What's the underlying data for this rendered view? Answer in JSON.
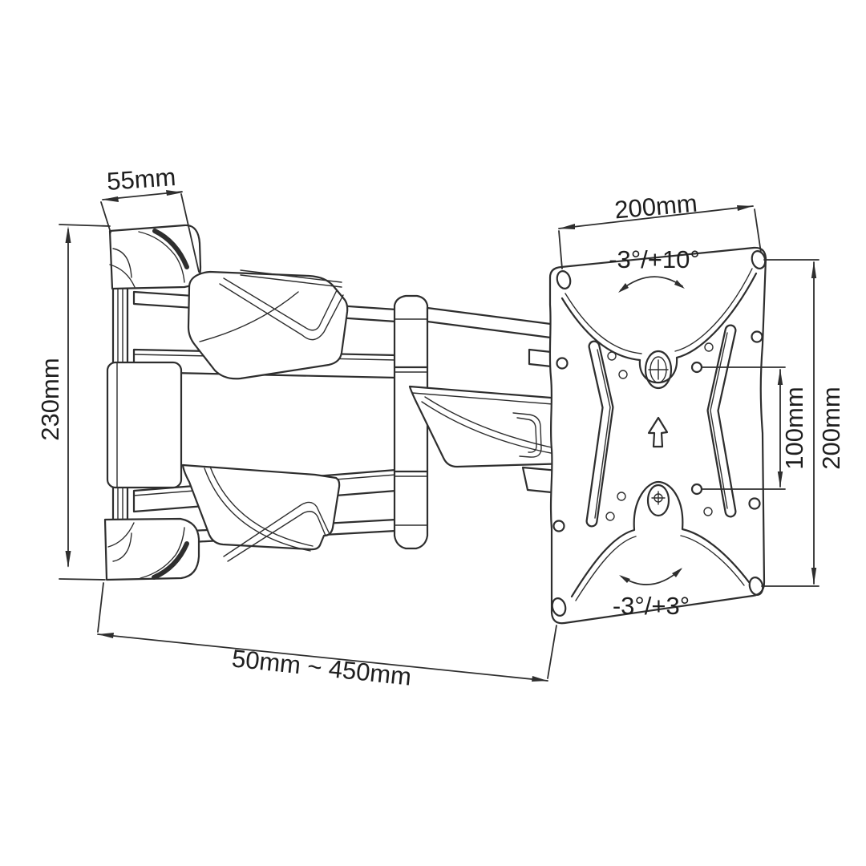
{
  "page": {
    "background": "#ffffff",
    "line_color": "#2e2e2e",
    "text_color": "#1e1e1e"
  },
  "labels": {
    "bracket_width": "55mm",
    "wall_plate_height": "230mm",
    "extension_range": "50mm ~ 450mm",
    "vesa_width": "200mm",
    "tilt_range": "-3°/+10°",
    "hole_spacing": "100mm",
    "vesa_height": "200mm",
    "swivel_range": "-3°/+3°"
  }
}
